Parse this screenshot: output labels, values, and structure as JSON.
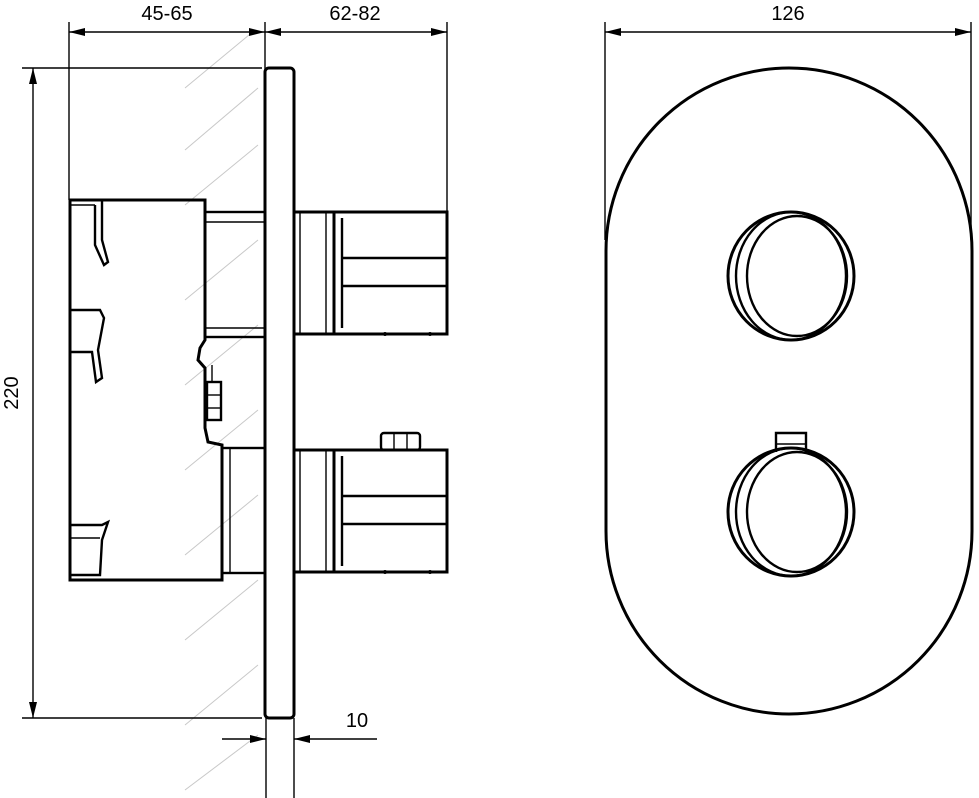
{
  "dimensions": {
    "wall_depth": "45-65",
    "trim_projection": "62-82",
    "cover_width": "126",
    "cover_height": "220",
    "plate_thickness": "10"
  },
  "colors": {
    "line": "#000000",
    "wall_hatch": "#c8c8c8",
    "background": "#ffffff"
  }
}
